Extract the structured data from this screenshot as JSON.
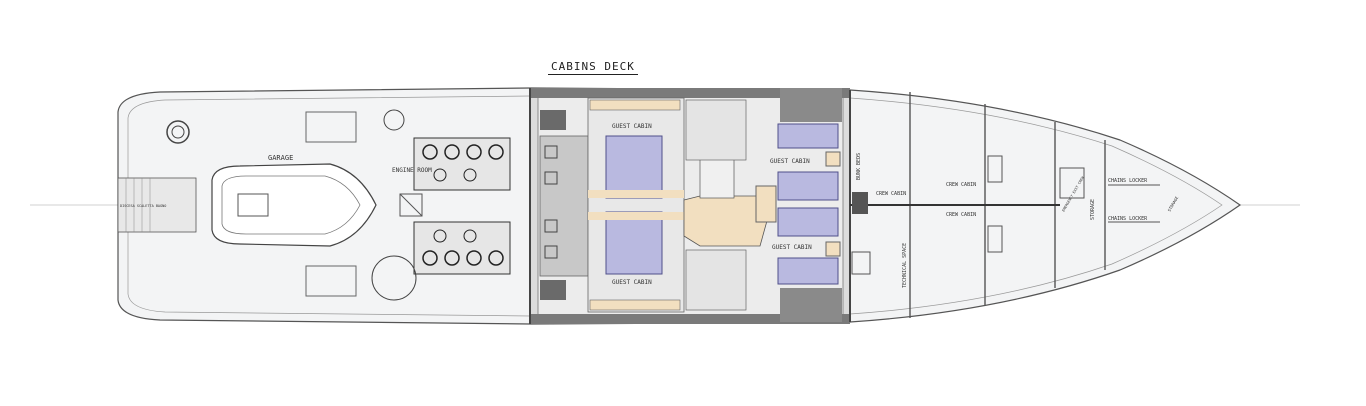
{
  "title": "CABINS DECK",
  "labels": {
    "garage": "GARAGE",
    "engine_room": "ENGINE ROOM",
    "guest_cabin_top": "GUEST CABIN",
    "guest_cabin_bottom": "GUEST CABIN",
    "guest_cabin_right_top": "GUEST CABIN",
    "guest_cabin_right_bottom": "GUEST CABIN",
    "bunk_beds": "BUNK BEDS",
    "crew_cabin_1": "CREW CABIN",
    "crew_cabin_2": "CREW CABIN",
    "crew_cabin_3": "CREW CABIN",
    "technical_space": "TECHNICAL SPACE",
    "chains_locker_1": "CHAINS LOCKER",
    "chains_locker_2": "CHAINS LOCKER",
    "storage_1": "STORAGE",
    "storage_2": "STORAGE",
    "emergency_exit": "EMERGENCY EXIT CREW",
    "stern_stairs": "DISCESA SCALETTA BAGNO"
  },
  "colors": {
    "hull_fill": "#f3f4f5",
    "mid_fill": "#dcdcdc",
    "dark_band": "#7a7a7a",
    "bed": "#b9b9e0",
    "bed_stroke": "#4f4f8a",
    "wood": "#f2dfc0",
    "line": "#555555"
  }
}
